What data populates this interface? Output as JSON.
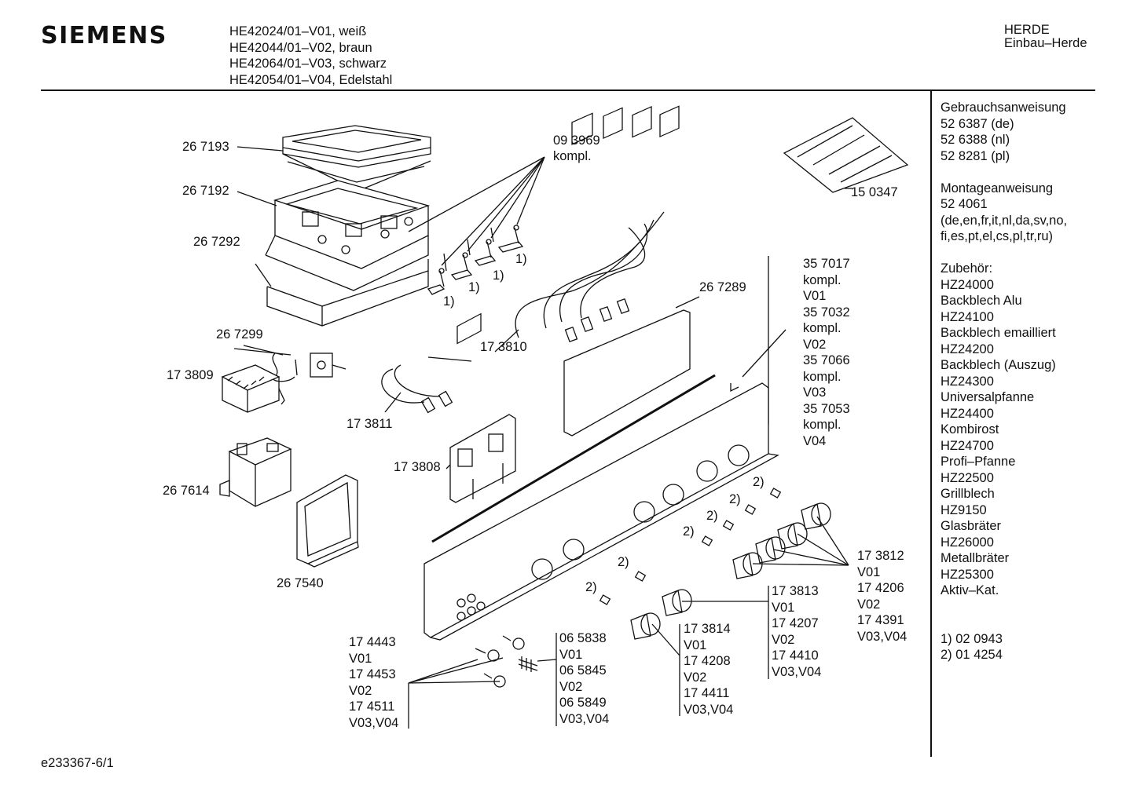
{
  "header": {
    "brand": "SIEMENS",
    "models": [
      "HE42024/01–V01, weiß",
      "HE42044/01–V02, braun",
      "HE42064/01–V03, schwarz",
      "HE42054/01–V04, Edelstahl"
    ],
    "category": "HERDE",
    "subcategory": "Einbau–Herde"
  },
  "sidebar": {
    "manual_title": "Gebrauchsanweisung",
    "manuals": [
      "52 6387 (de)",
      "52 6388 (nl)",
      "52 8281 (pl)"
    ],
    "mounting_title": "Montageanweisung",
    "mounting_number": "52 4061",
    "mounting_langs_1": "(de,en,fr,it,nl,da,sv,no,",
    "mounting_langs_2": "fi,es,pt,el,cs,pl,tr,ru)",
    "accessories_title": "Zubehör:",
    "accessories": [
      "HZ24000",
      "Backblech Alu",
      "HZ24100",
      "Backblech emailliert",
      "HZ24200",
      "Backblech (Auszug)",
      "HZ24300",
      "Universalpfanne",
      "HZ24400",
      "Kombirost",
      "HZ24700",
      "Profi–Pfanne",
      "HZ22500",
      "Grillblech",
      "HZ9150",
      "Glasbräter",
      "HZ26000",
      "Metallbräter",
      "HZ25300",
      "Aktiv–Kat."
    ],
    "footnotes": [
      "1) 02 0943",
      "2) 01 4254"
    ]
  },
  "parts": {
    "p267193": "26 7193",
    "p267192": "26 7192",
    "p267292": "26 7292",
    "p093969": "09 3969",
    "kompl": "kompl.",
    "p150347": "15 0347",
    "p267289": "26 7289",
    "p267299": "26 7299",
    "p173809": "17 3809",
    "p173810": "17 3810",
    "p173811": "17 3811",
    "p173808": "17 3808",
    "p267614": "26 7614",
    "p267540": "26 7540",
    "note1": "1)",
    "note2": "2)"
  },
  "stacks": {
    "panel": [
      "35 7017",
      "kompl.",
      "V01",
      "35 7032",
      "kompl.",
      "V02",
      "35 7066",
      "kompl.",
      "V03",
      "35 7053",
      "kompl.",
      "V04"
    ],
    "knob_right": [
      "17 3812",
      "V01",
      "17 4206",
      "V02",
      "17 4391",
      "V03,V04"
    ],
    "knob_mid": [
      "17 3813",
      "V01",
      "17 4207",
      "V02",
      "17 4410",
      "V03,V04"
    ],
    "knob_low": [
      "17 3814",
      "V01",
      "17 4208",
      "V02",
      "17 4411",
      "V03,V04"
    ],
    "small_knobs": [
      "17 4443",
      "V01",
      "17 4453",
      "V02",
      "17 4511",
      "V03,V04"
    ],
    "springs": [
      "06 5838",
      "V01",
      "06 5845",
      "V02",
      "06 5849",
      "V03,V04"
    ]
  },
  "footer": {
    "code": "e233367-6/1"
  }
}
